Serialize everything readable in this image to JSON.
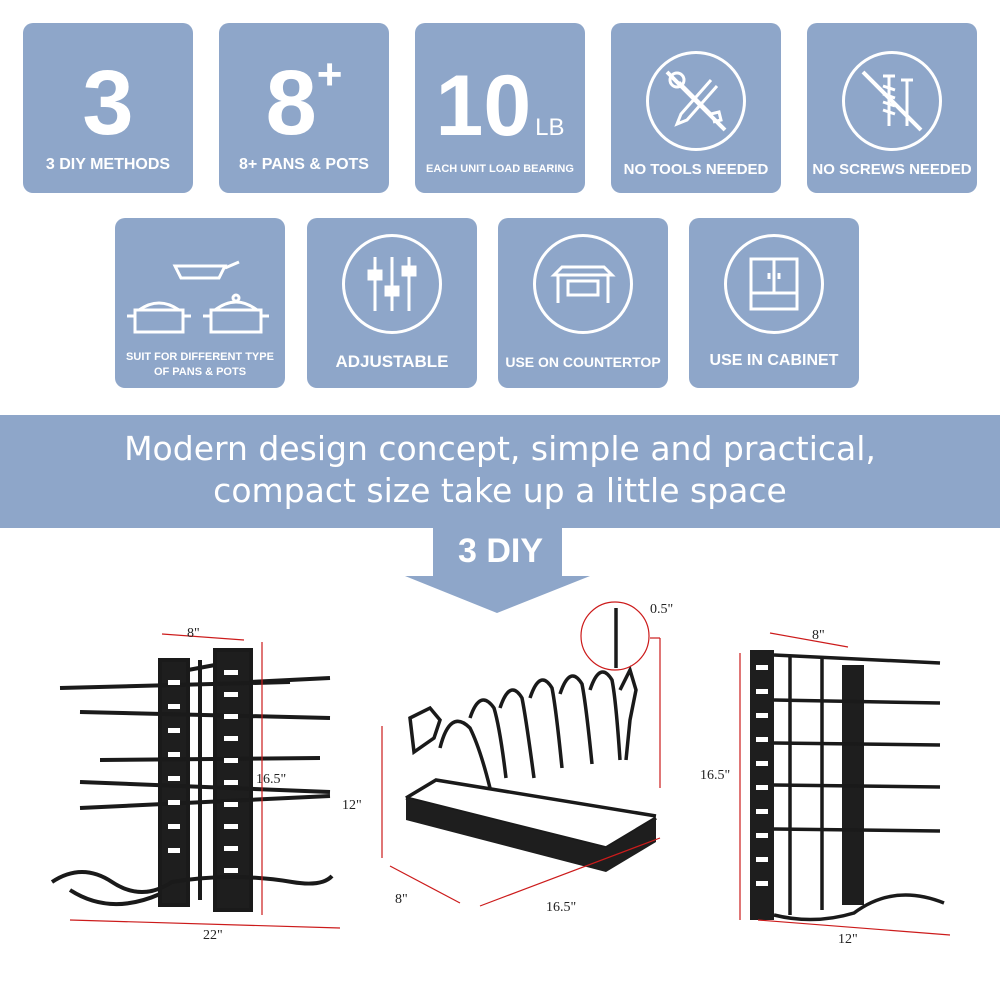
{
  "features_row1": [
    {
      "big": "3",
      "caption": "3 DIY METHODS"
    },
    {
      "big": "8",
      "sup": "+",
      "caption": "8+ PANS & POTS"
    },
    {
      "big": "10",
      "unit": "LB",
      "caption": "EACH UNIT LOAD BEARING"
    },
    {
      "icon": "no-tools-icon",
      "caption": "NO TOOLS NEEDED"
    },
    {
      "icon": "no-screws-icon",
      "caption": "NO SCREWS NEEDED"
    }
  ],
  "features_row2": [
    {
      "icon": "pans-pots-icon",
      "caption_line1": "SUIT FOR DIFFERENT TYPE",
      "caption_line2": "OF PANS & POTS"
    },
    {
      "icon": "adjustable-sliders-icon",
      "caption": "ADJUSTABLE"
    },
    {
      "icon": "countertop-icon",
      "caption": "USE ON COUNTERTOP"
    },
    {
      "icon": "cabinet-icon",
      "caption": "USE IN CABINET"
    }
  ],
  "banner": {
    "line1": "Modern design concept,  simple and practical,",
    "line2": "compact size take up a little space"
  },
  "diy_label": "3 DIY",
  "dimensions": {
    "left": {
      "depth": "8\"",
      "height": "16.5\"",
      "width": "22\""
    },
    "middle": {
      "wire": "0.5\"",
      "height": "12\"",
      "depth": "8\"",
      "length": "16.5\""
    },
    "right": {
      "depth": "8\"",
      "height": "16.5\"",
      "width": "12\""
    }
  },
  "colors": {
    "tile": "#8ea6c9",
    "dim_line": "#cc1b1b",
    "rack": "#1a1a1a"
  }
}
